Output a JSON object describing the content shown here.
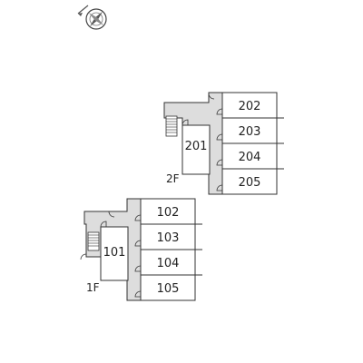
{
  "compass": {
    "icon": "compass-rose-icon"
  },
  "floors": [
    {
      "label": "2F",
      "rooms": [
        {
          "id": "201",
          "label": "201"
        },
        {
          "id": "202",
          "label": "202"
        },
        {
          "id": "203",
          "label": "203"
        },
        {
          "id": "204",
          "label": "204"
        },
        {
          "id": "205",
          "label": "205"
        }
      ]
    },
    {
      "label": "1F",
      "rooms": [
        {
          "id": "101",
          "label": "101"
        },
        {
          "id": "102",
          "label": "102"
        },
        {
          "id": "103",
          "label": "103"
        },
        {
          "id": "104",
          "label": "104"
        },
        {
          "id": "105",
          "label": "105"
        }
      ]
    }
  ],
  "colors": {
    "line": "#333333",
    "corridor": "#dddddd",
    "room": "#ffffff"
  }
}
